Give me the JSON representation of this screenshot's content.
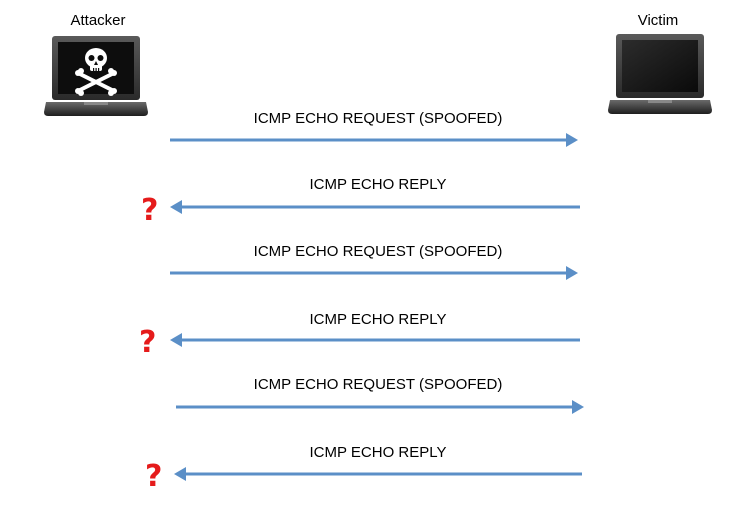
{
  "actors": {
    "attacker": {
      "label": "Attacker",
      "icon": "skull-laptop-icon"
    },
    "victim": {
      "label": "Victim",
      "icon": "laptop-icon"
    }
  },
  "arrow_color": "#5b8fc7",
  "question_color": "#e51b1b",
  "messages": [
    {
      "label": "ICMP ECHO REQUEST (SPOOFED)",
      "direction": "to-victim",
      "unknown_sender": false
    },
    {
      "label": "ICMP ECHO REPLY",
      "direction": "to-attacker",
      "unknown_sender": true,
      "marker": "?"
    },
    {
      "label": "ICMP ECHO REQUEST (SPOOFED)",
      "direction": "to-victim",
      "unknown_sender": false
    },
    {
      "label": "ICMP ECHO REPLY",
      "direction": "to-attacker",
      "unknown_sender": true,
      "marker": "?"
    },
    {
      "label": "ICMP ECHO REQUEST (SPOOFED)",
      "direction": "to-victim",
      "unknown_sender": false
    },
    {
      "label": "ICMP ECHO REPLY",
      "direction": "to-attacker",
      "unknown_sender": true,
      "marker": "?"
    }
  ]
}
